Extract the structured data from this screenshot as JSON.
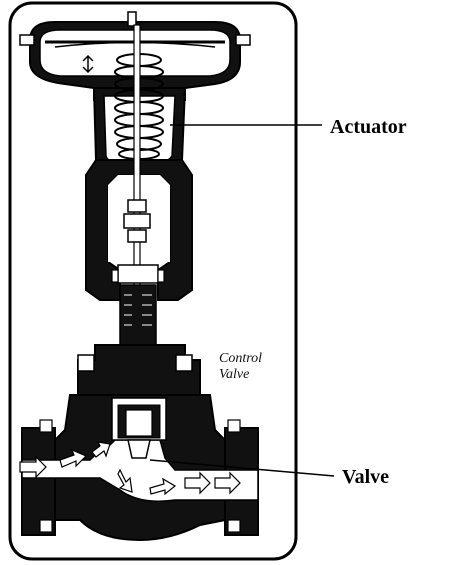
{
  "labels": {
    "actuator": "Actuator",
    "valve": "Valve",
    "inner_line1": "Control",
    "inner_line2": "Valve"
  },
  "colors": {
    "ink": "#000000",
    "paper": "#ffffff",
    "shade": "#1a1a1a"
  }
}
